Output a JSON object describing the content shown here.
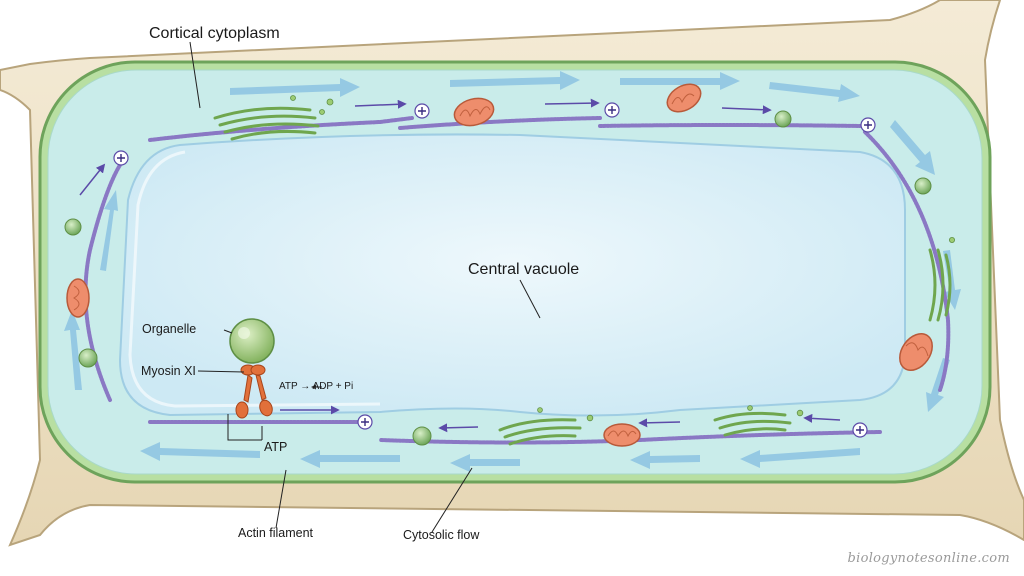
{
  "labels": {
    "cortical_cytoplasm": "Cortical cytoplasm",
    "central_vacuole": "Central vacuole",
    "organelle": "Organelle",
    "myosin": "Myosin XI",
    "reaction": "ATP → ADP + Pi",
    "atp": "ATP",
    "actin": "Actin filament",
    "flow": "Cytosolic flow"
  },
  "watermark": "biologynotesonline.com",
  "colors": {
    "cell_wall": "#efe4cc",
    "cell_wall_edge": "#b8a47c",
    "membrane": "#7fb26a",
    "cytoplasm": "#c9ecea",
    "vacuole": "#dff1f8",
    "flow_arrow": "#8cc3e2",
    "actin": "#8a78c4",
    "myosin": "#e2703a",
    "mitochondrion": "#ee8d6c",
    "vesicle": "#8fc27a",
    "golgi": "#9ccc73"
  }
}
